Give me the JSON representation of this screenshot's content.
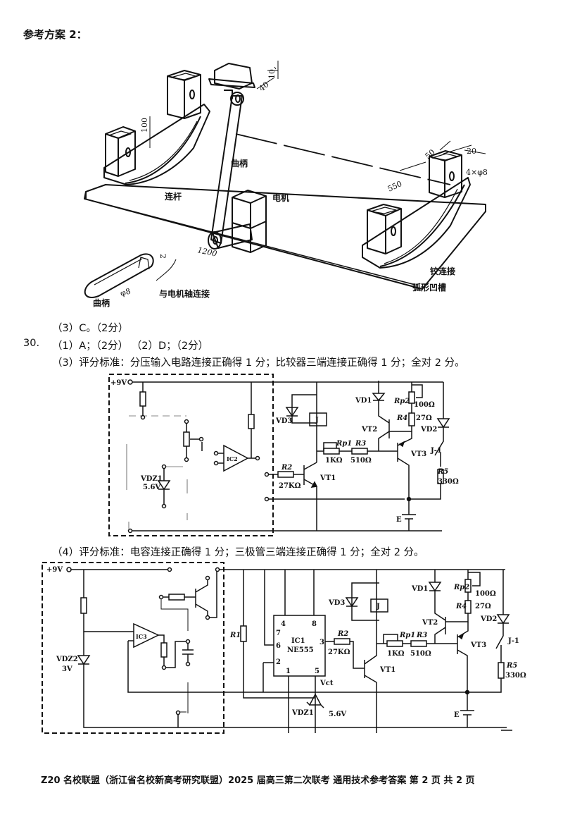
{
  "heading": "参考方案 2：",
  "mechanism": {
    "labels": {
      "crank": "曲柄",
      "link": "连杆",
      "motor": "电机",
      "hinge": "铰连接",
      "arc_groove": "弧形凹槽",
      "crank_detail": "曲柄",
      "motor_shaft": "与电机轴连接"
    },
    "dimensions": {
      "height_100": "100",
      "top_10": "10",
      "top_40": "40",
      "width_50": "50",
      "width_20": "20",
      "holes": "4×φ8",
      "span_550": "550",
      "length_1200": "1200",
      "crank_phi8": "φ8",
      "crank_2": "2"
    }
  },
  "answers": {
    "q29_3": "（3）C。（2分）",
    "q30_number": "30.",
    "q30_1_2": "（1）A；（2分）     （2）D；（2分）",
    "q30_3": "（3）评分标准：分压输入电路连接正确得 1 分；比较器三端连接正确得 1 分；全对 2 分。",
    "q30_4": "（4）评分标准：电容连接正确得 1 分；三极管三端连接正确得 1 分；全对 2 分。"
  },
  "circuit1": {
    "supply": "+9V",
    "zener": "VDZ1",
    "zener_sub": "Z1",
    "zener_value": "5.6V",
    "comparator": "IC2",
    "r2": "R2",
    "r2_value": "27KΩ",
    "vt1": "VT1",
    "vd3": "VD3",
    "relay": "J",
    "rp1": "Rp1",
    "rp1_value": "1KΩ",
    "r3": "R3",
    "r3_value": "510Ω",
    "vd1": "VD1",
    "rp2": "Rp2",
    "rp2_value": "100Ω",
    "r4": "R4",
    "r4_value": "27Ω",
    "vt2": "VT2",
    "vt3": "VT3",
    "vd2": "VD2",
    "contact": "J-1",
    "r5": "R5",
    "r5_value": "330Ω",
    "battery": "E"
  },
  "circuit2": {
    "supply": "+9V",
    "zener": "VDZ2",
    "zener_value": "3V",
    "comparator": "IC3",
    "r1": "R1",
    "ic1": "IC1",
    "ic1_type": "NE555",
    "pins": [
      "4",
      "8",
      "7",
      "6",
      "2",
      "1",
      "5",
      "3"
    ],
    "vct": "Vct",
    "zener_b": "VDZ1",
    "zener_b_value": "5.6V",
    "r2": "R2",
    "r2_value": "27KΩ",
    "vt1": "VT1",
    "vd3": "VD3",
    "relay": "J",
    "rp1": "Rp1",
    "rp1_value": "1KΩ",
    "r3": "R3",
    "r3_value": "510Ω",
    "vd1": "VD1",
    "rp2": "Rp2",
    "rp2_value": "100Ω",
    "r4": "R4",
    "r4_value": "27Ω",
    "vt2": "VT2",
    "vt3": "VT3",
    "vd2": "VD2",
    "contact": "J-1",
    "r5": "R5",
    "r5_value": "330Ω",
    "battery": "E"
  },
  "footer": "Z20 名校联盟（浙江省名校新高考研究联盟）2025 届高三第二次联考  通用技术参考答案   第 2 页 共 2 页"
}
